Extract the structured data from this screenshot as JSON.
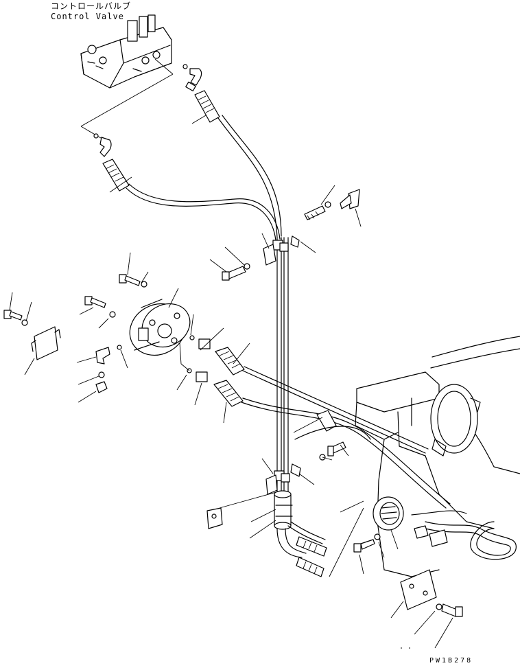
{
  "diagram": {
    "label_japanese": "コントロールバルブ",
    "label_english": "Control Valve",
    "drawing_id": "PW1B278"
  }
}
